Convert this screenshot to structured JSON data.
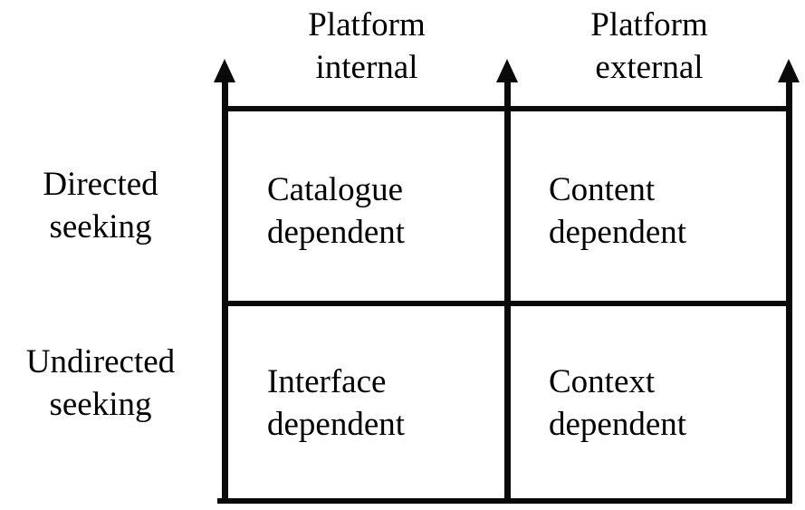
{
  "diagram": {
    "type": "2x2-matrix",
    "column_headers": [
      {
        "id": "internal",
        "label": "Platform\ninternal"
      },
      {
        "id": "external",
        "label": "Platform\nexternal"
      }
    ],
    "row_headers": [
      {
        "id": "directed",
        "label": "Directed\nseeking"
      },
      {
        "id": "undirected",
        "label": "Undirected\nseeking"
      }
    ],
    "cells": [
      {
        "id": "catalogue",
        "row": "directed",
        "column": "internal",
        "label": "Catalogue\ndependent"
      },
      {
        "id": "content",
        "row": "directed",
        "column": "external",
        "label": "Content\ndependent"
      },
      {
        "id": "interface",
        "row": "undirected",
        "column": "internal",
        "label": "Interface\ndependent"
      },
      {
        "id": "context",
        "row": "undirected",
        "column": "external",
        "label": "Context\ndependent"
      }
    ],
    "axes": {
      "count": 3,
      "direction": "up",
      "arrow_icon": "arrow-up-icon"
    },
    "colors": {
      "stroke": "#0a0a0a",
      "background": "#ffffff",
      "text": "#000000"
    }
  }
}
